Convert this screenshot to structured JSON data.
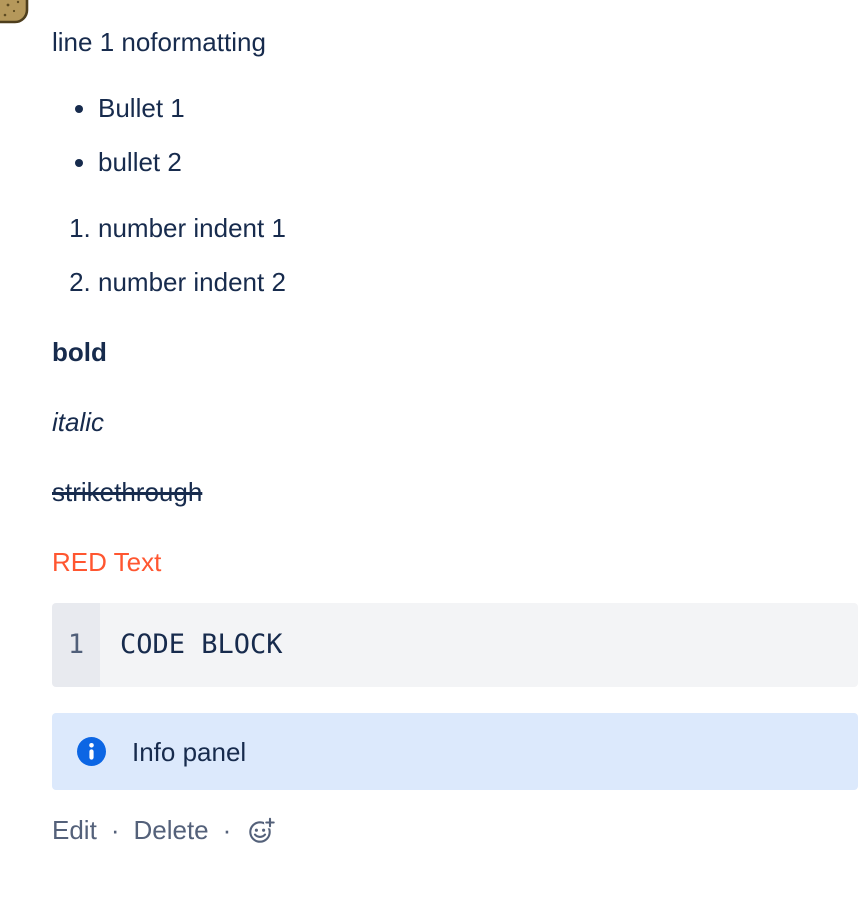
{
  "comment": {
    "avatar": {
      "icon": "potato-avatar"
    },
    "body": {
      "paragraph_plain": "line 1 noformatting",
      "bullet_list": [
        "Bullet 1",
        "bullet 2"
      ],
      "numbered_list": [
        "number indent 1",
        "number indent 2"
      ],
      "bold_text": "bold",
      "italic_text": "italic",
      "strikethrough_text": "strikethrough",
      "red_text": "RED Text",
      "code_block": {
        "line_number": "1",
        "code": "CODE BLOCK"
      },
      "info_panel": {
        "icon": "info-icon",
        "text": "Info panel"
      }
    },
    "actions": {
      "edit_label": "Edit",
      "separator": "·",
      "delete_label": "Delete",
      "emoji_icon": "add-reaction-icon"
    }
  },
  "colors": {
    "text_primary": "#172B4D",
    "text_subtle": "#54617A",
    "red_text": "#FF5630",
    "code_block_bg": "#F3F4F6",
    "code_gutter_bg": "#E8EAEF",
    "code_line_number": "#505F79",
    "info_panel_bg": "#DCE9FC",
    "info_icon_blue": "#0C66E4",
    "avatar_fill": "#B5985B",
    "avatar_outline": "#4E3E1D"
  }
}
